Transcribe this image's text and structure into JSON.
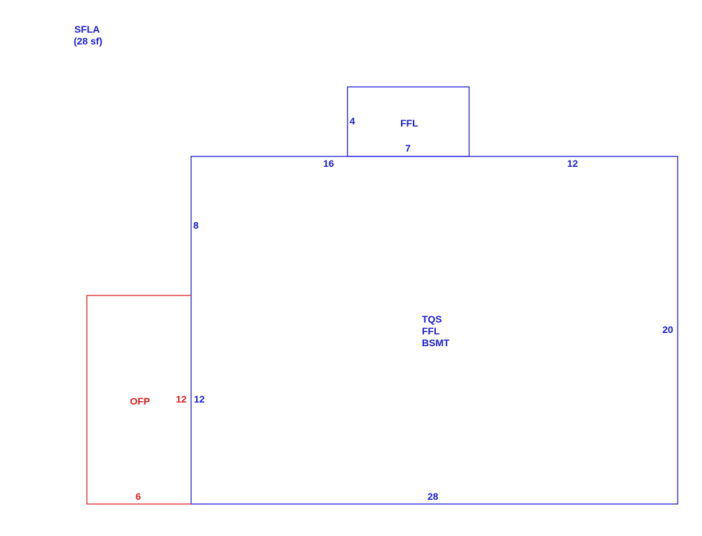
{
  "legend": {
    "area_label": "SFLA",
    "area_value": "(28 sf)"
  },
  "colors": {
    "main": "#1a1ad6",
    "porch": "#e01b1b"
  },
  "rooms": {
    "upper": {
      "label": "FFL",
      "dim_left": "4",
      "dim_bottom": "7"
    },
    "main": {
      "label_line1": "TQS",
      "label_line2": "FFL",
      "label_line3": "BSMT",
      "dim_top_left": "16",
      "dim_top_right": "12",
      "dim_left_upper": "8",
      "dim_left_lower": "12",
      "dim_right": "20",
      "dim_bottom": "28"
    },
    "porch": {
      "label": "OFP",
      "dim_right": "12",
      "dim_bottom": "6"
    }
  }
}
